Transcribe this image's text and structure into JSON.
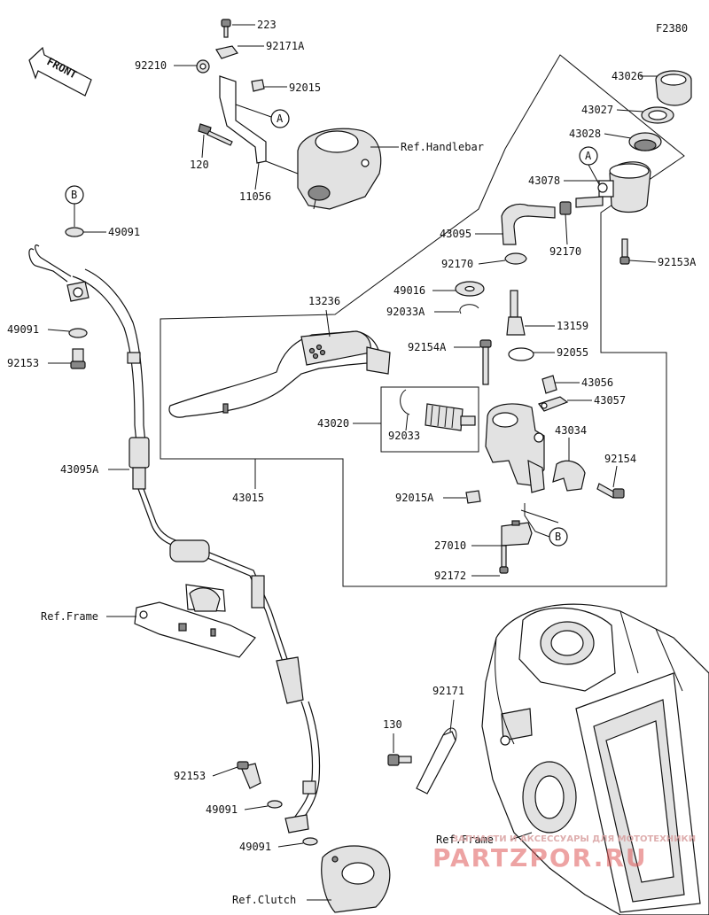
{
  "diagram": {
    "code": "F2380",
    "front_label": "FRONT",
    "callouts": {
      "a": "A",
      "b": "B"
    },
    "parts": {
      "p223": "223",
      "p92171A": "92171A",
      "p92210": "92210",
      "p92015": "92015",
      "p120": "120",
      "p11056": "11056",
      "ref_handlebar": "Ref.Handlebar",
      "p43026": "43026",
      "p43027": "43027",
      "p43028": "43028",
      "p43078": "43078",
      "p43095": "43095",
      "p92170a": "92170",
      "p92170b": "92170",
      "p92153A": "92153A",
      "p49016": "49016",
      "p92033A": "92033A",
      "p13159": "13159",
      "p13236": "13236",
      "p92154A": "92154A",
      "p92055": "92055",
      "p43056": "43056",
      "p43057": "43057",
      "p43020": "43020",
      "p92033": "92033",
      "p43034": "43034",
      "p92154": "92154",
      "p43015": "43015",
      "p92015A": "92015A",
      "p27010": "27010",
      "p92172": "92172",
      "p49091a": "49091",
      "p49091b": "49091",
      "p92153a": "92153",
      "p43095A": "43095A",
      "ref_frame_left": "Ref.Frame",
      "p92171": "92171",
      "p130": "130",
      "ref_frame_right": "Ref.Frame",
      "p92153b": "92153",
      "p49091c": "49091",
      "p49091d": "49091",
      "ref_clutch": "Ref.Clutch"
    }
  },
  "watermark": {
    "line1": "ЗАПЧАСТИ И АКСЕССУАРЫ ДЛЯ МОТОТЕХНИКИ",
    "line2": "PARTZPOR.RU"
  }
}
